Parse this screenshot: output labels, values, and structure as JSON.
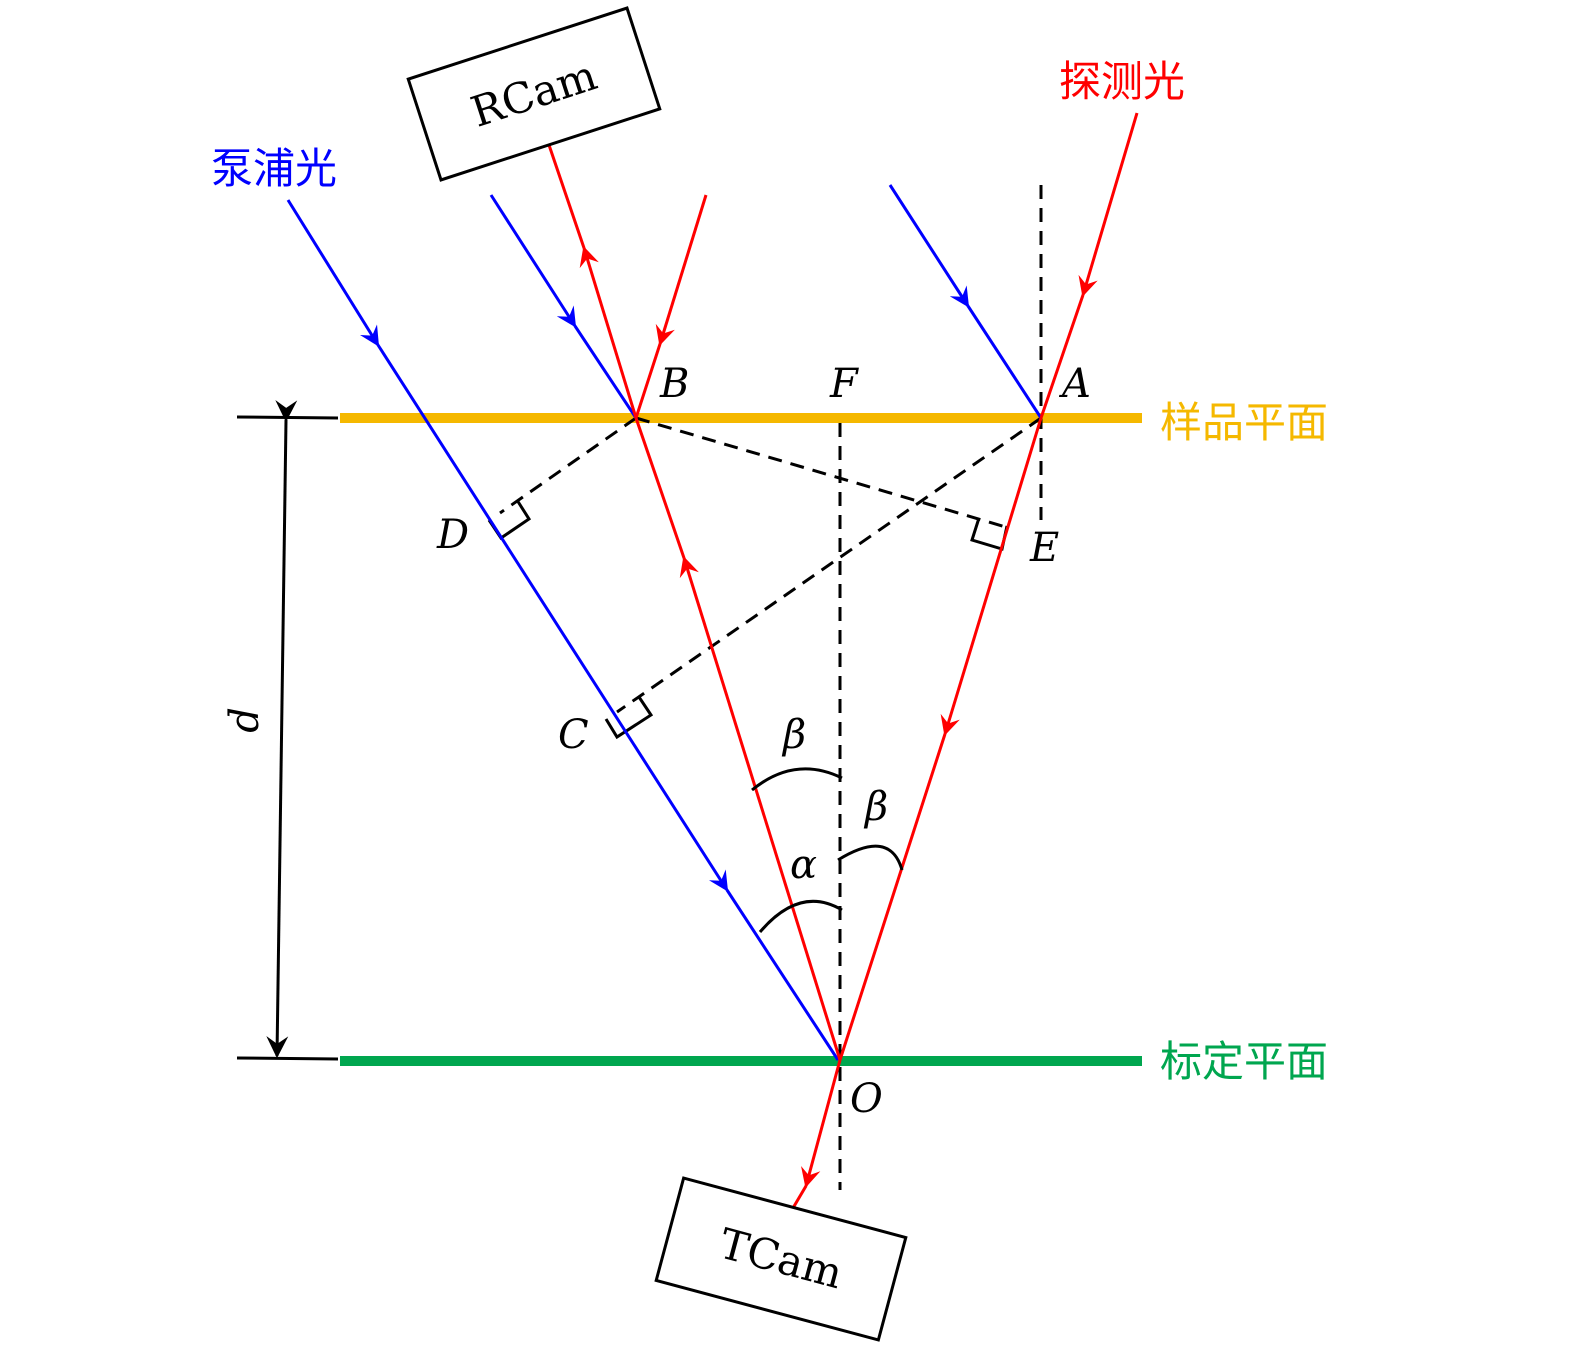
{
  "colors": {
    "pump": "#0000ff",
    "probe": "#ff0000",
    "sample_plane": "#f5b800",
    "calibration_plane": "#00a64f"
  },
  "labels": {
    "pump_light": "泵浦光",
    "probe_light": "探测光",
    "sample_plane": "样品平面",
    "calibration_plane": "标定平面",
    "rcam": "RCam",
    "tcam": "TCam"
  },
  "points": {
    "A": "A",
    "B": "B",
    "C": "C",
    "D": "D",
    "E": "E",
    "F": "F",
    "O": "O"
  },
  "symbols": {
    "alpha": "α",
    "beta_left": "β",
    "beta_right": "β",
    "d": "d"
  }
}
